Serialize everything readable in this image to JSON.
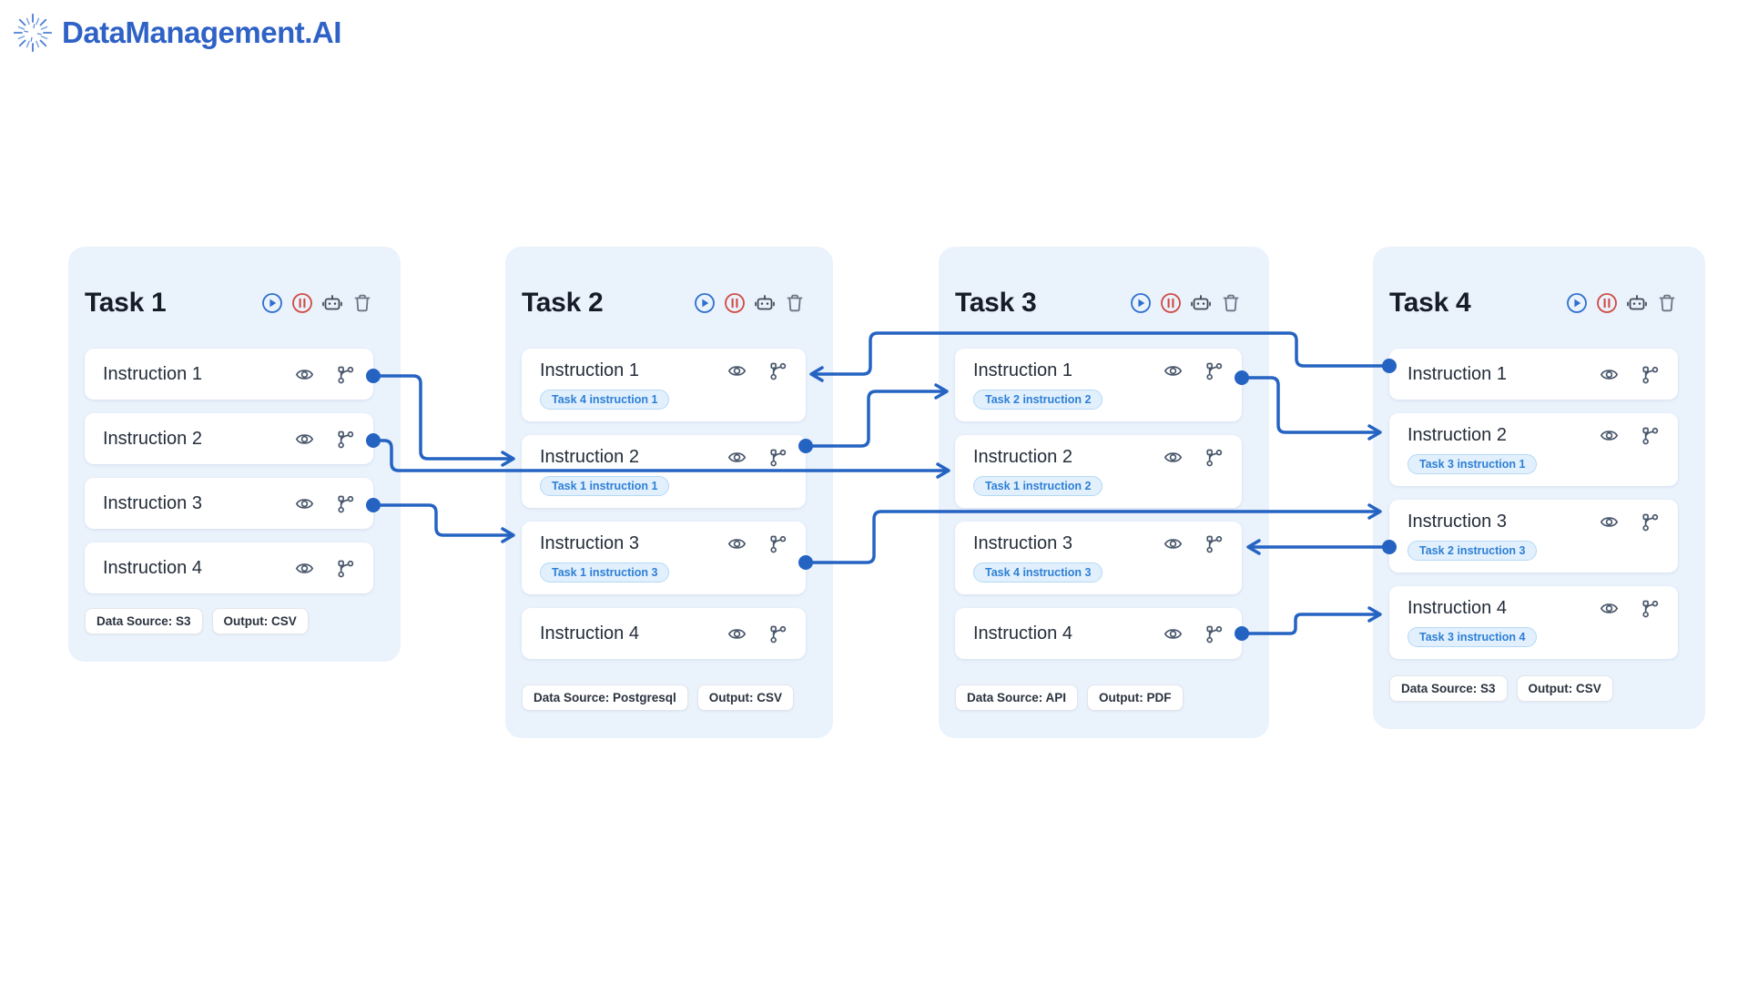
{
  "app": {
    "brand": "DataManagement.AI",
    "logo_icon": "starburst-icon"
  },
  "colors": {
    "logo_blue": "#2f62c6",
    "connector_blue": "#2563c2",
    "panel_bg": "#eaf2fc",
    "badge_bg": "#e1f0fc",
    "badge_text": "#2e7fd6",
    "play_blue": "#2e6fd0",
    "pause_red": "#d04a43",
    "icon_gray": "#4a5668"
  },
  "icons": {
    "task_header": [
      "play-icon",
      "pause-icon",
      "robot-icon",
      "trash-icon"
    ],
    "instruction_row": [
      "eye-icon",
      "branch-icon"
    ]
  },
  "tasks": [
    {
      "title": "Task 1",
      "instructions": [
        {
          "label": "Instruction 1"
        },
        {
          "label": "Instruction 2"
        },
        {
          "label": "Instruction 3"
        },
        {
          "label": "Instruction 4"
        }
      ],
      "meta": [
        "Data Source: S3",
        "Output: CSV"
      ]
    },
    {
      "title": "Task 2",
      "instructions": [
        {
          "label": "Instruction 1",
          "badge": "Task 4 instruction 1"
        },
        {
          "label": "Instruction 2",
          "badge": "Task 1 instruction 1"
        },
        {
          "label": "Instruction 3",
          "badge": "Task 1 instruction 3"
        },
        {
          "label": "Instruction 4"
        }
      ],
      "meta": [
        "Data Source: Postgresql",
        "Output: CSV"
      ]
    },
    {
      "title": "Task 3",
      "instructions": [
        {
          "label": "Instruction 1",
          "badge": "Task 2 instruction 2"
        },
        {
          "label": "Instruction 2",
          "badge": "Task 1 instruction 2"
        },
        {
          "label": "Instruction 3",
          "badge": "Task 4 instruction 3"
        },
        {
          "label": "Instruction 4"
        }
      ],
      "meta": [
        "Data Source: API",
        "Output: PDF"
      ]
    },
    {
      "title": "Task 4",
      "instructions": [
        {
          "label": "Instruction 1"
        },
        {
          "label": "Instruction 2",
          "badge": "Task 3 instruction 1"
        },
        {
          "label": "Instruction 3",
          "badge": "Task 2 instruction 3"
        },
        {
          "label": "Instruction 4",
          "badge": "Task 3 instruction 4"
        }
      ],
      "meta": [
        "Data Source: S3",
        "Output: CSV"
      ]
    }
  ],
  "connections": [
    {
      "from": "Task 1 / Instruction 1",
      "to": "Task 2 / Instruction 2"
    },
    {
      "from": "Task 1 / Instruction 2",
      "to": "Task 3 / Instruction 2"
    },
    {
      "from": "Task 1 / Instruction 3",
      "to": "Task 2 / Instruction 3"
    },
    {
      "from": "Task 2 / Instruction 2",
      "to": "Task 3 / Instruction 1"
    },
    {
      "from": "Task 2 / Instruction 3",
      "to": "Task 4 / Instruction 3"
    },
    {
      "from": "Task 3 / Instruction 1",
      "to": "Task 4 / Instruction 2"
    },
    {
      "from": "Task 3 / Instruction 4",
      "to": "Task 4 / Instruction 4"
    },
    {
      "from": "Task 4 / Instruction 1",
      "to": "Task 2 / Instruction 1"
    },
    {
      "from": "Task 4 / Instruction 3",
      "to": "Task 3 / Instruction 3"
    }
  ]
}
